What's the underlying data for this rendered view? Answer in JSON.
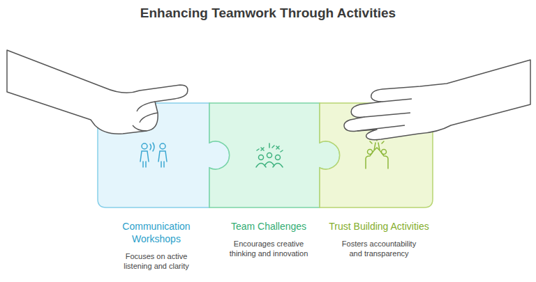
{
  "diagram": {
    "title": "Enhancing Teamwork Through Activities",
    "nodes": [
      {
        "text": [
          "Communication Workshops",
          "Focuses on active listening and clarity"
        ]
      },
      {
        "text": [
          "Team Challenges",
          "Encourages creative thinking and innovation"
        ]
      },
      {
        "text": [
          "Trust Building Activities",
          "Fosters accountability and transparency"
        ]
      }
    ]
  }
}
